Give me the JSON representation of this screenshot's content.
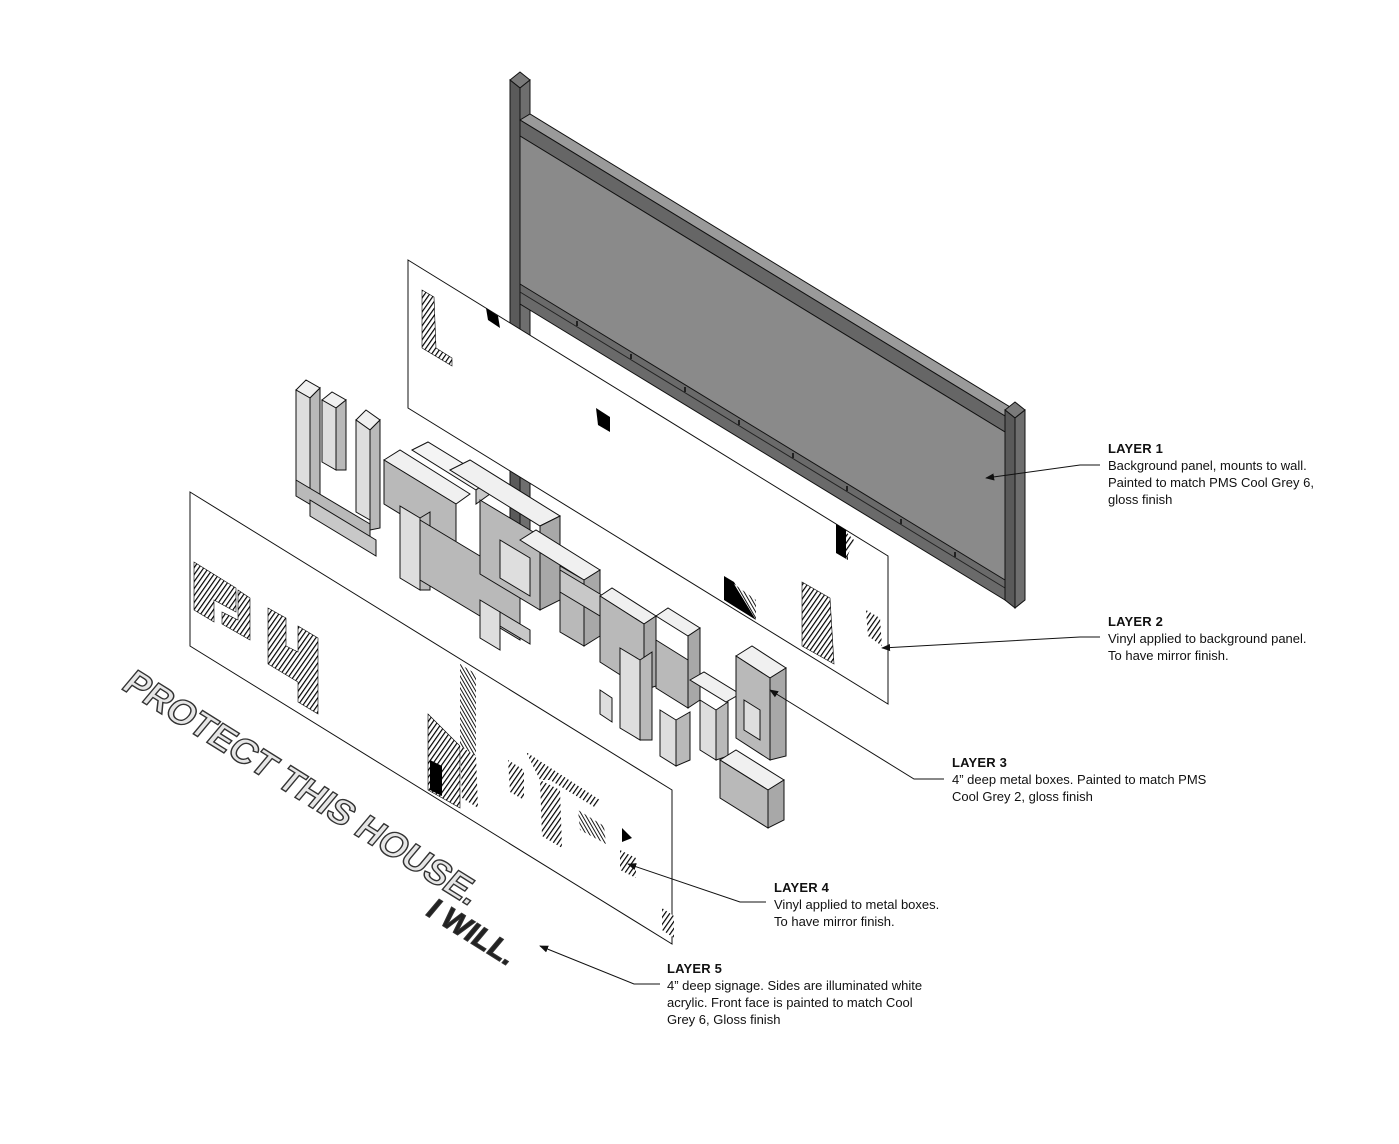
{
  "layers": [
    {
      "title": "LAYER 1",
      "lines": [
        "Background panel, mounts to wall.",
        "Painted to match PMS Cool Grey 6,",
        "gloss finish"
      ]
    },
    {
      "title": "LAYER 2",
      "lines": [
        "Vinyl applied to background panel.",
        "To have mirror finish."
      ]
    },
    {
      "title": "LAYER 3",
      "lines": [
        "4” deep metal boxes. Painted to match PMS",
        "Cool Grey 2, gloss finish"
      ]
    },
    {
      "title": "LAYER 4",
      "lines": [
        "Vinyl applied to metal boxes.",
        "To have mirror finish."
      ]
    },
    {
      "title": "LAYER 5",
      "lines": [
        "4” deep signage. Sides are illuminated white",
        "acrylic. Front face is painted to match Cool",
        "Grey 6, Gloss finish"
      ]
    }
  ],
  "signage": {
    "line1": "PROTECT THIS HOUSE.",
    "line2": "I WILL."
  },
  "colors": {
    "panel_face": "#8a8a8a",
    "panel_frame": "#5e5e5e",
    "box_face": "#b9b9b9",
    "box_side": "#dedede",
    "box_top": "#f0f0f0",
    "line": "#111111"
  }
}
